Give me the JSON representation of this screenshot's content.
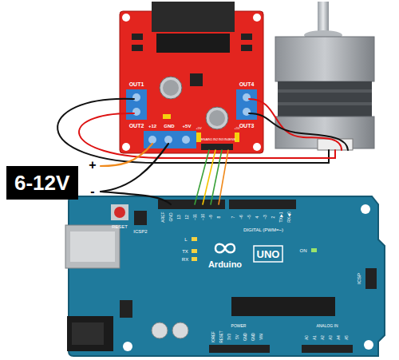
{
  "diagram": {
    "nodes": [
      {
        "text": [
          "6-12V"
        ]
      }
    ],
    "labels": [
      "+",
      "-",
      "OUT1",
      "OUT2",
      "+12",
      "GND",
      "+5V",
      "+5V",
      "ENA",
      "IN1",
      "IN2",
      "IN3",
      "IN4",
      "ENB",
      "+5V",
      "OUT4",
      "OUT3",
      "RESET",
      "ICSP2",
      "AREF",
      "GND",
      "13",
      "12",
      "~11",
      "~10",
      "~9",
      "8",
      "7",
      "~6",
      "~5",
      "4",
      "~3",
      "2",
      "TX▶1",
      "RX◀0",
      "DIGITAL (PWM=~)",
      "L",
      "TX",
      "RX",
      "Arduino",
      "UNO",
      "ON",
      "ICSP",
      "POWER",
      "IOREF",
      "RESET",
      "3V3",
      "5V",
      "GND",
      "GND",
      "VIN",
      "ANALOG IN",
      "A0",
      "A1",
      "A2",
      "A3",
      "A4",
      "A5"
    ]
  }
}
